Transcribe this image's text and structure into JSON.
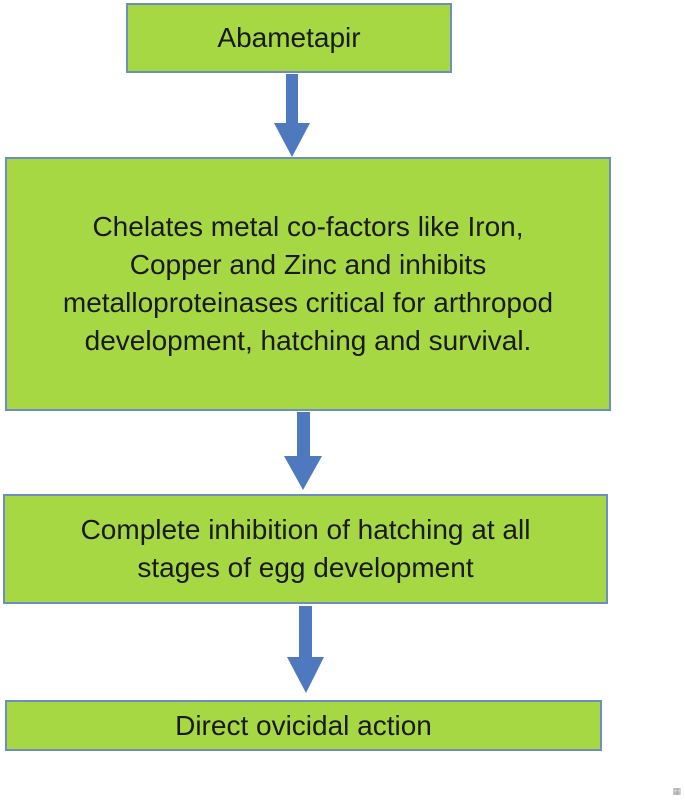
{
  "diagram": {
    "nodes": [
      {
        "id": "abametapir",
        "label": "Abametapir"
      },
      {
        "id": "mechanism",
        "lines": [
          "Chelates metal co-factors like Iron,",
          "Copper and Zinc and inhibits",
          "metalloproteinases critical for arthropod",
          "development, hatching and survival."
        ]
      },
      {
        "id": "hatching",
        "lines": [
          "Complete inhibition of hatching at all",
          "stages of egg development"
        ]
      },
      {
        "id": "ovicidal",
        "label": "Direct ovicidal action"
      }
    ],
    "edges": [
      {
        "from": "abametapir",
        "to": "mechanism"
      },
      {
        "from": "mechanism",
        "to": "hatching"
      },
      {
        "from": "hatching",
        "to": "ovicidal"
      }
    ],
    "colors": {
      "box_fill": "#a6d843",
      "box_border": "#6d8fc0",
      "arrow": "#4f79bf"
    }
  }
}
